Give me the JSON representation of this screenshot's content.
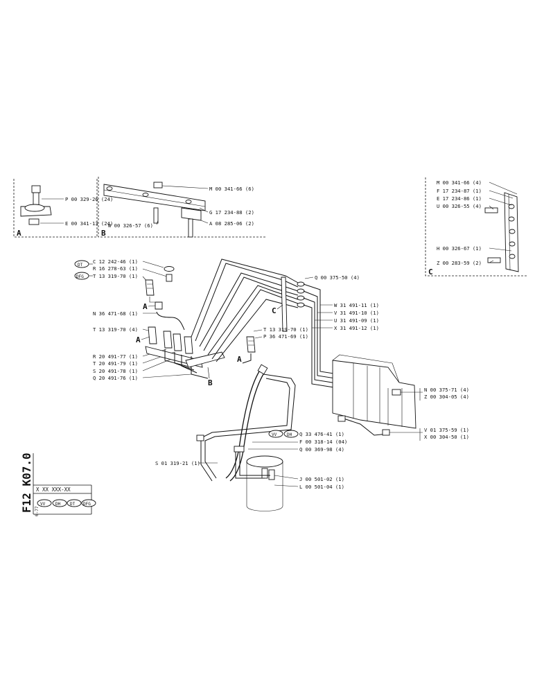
{
  "title_block": {
    "code": "F12 K07.0",
    "date": "6-77",
    "serial": "X XX XXX-XX",
    "variants": [
      "VV",
      "DH",
      "DT",
      "DFG"
    ]
  },
  "details": {
    "A": {
      "letter": "A",
      "labels": [
        "P 00 329-26 (24)",
        "E 00 341-13 (24)"
      ]
    },
    "B": {
      "letter": "B",
      "labels": [
        "M 00 341-66 (6)",
        "G 17 234-88 (2)",
        "A 08 285-06 (2)",
        "W 00 326-57 (6)"
      ]
    },
    "C": {
      "letter": "C",
      "labels": [
        "M 00 341-66 (4)",
        "F 17 234-87 (1)",
        "E 17 234-86 (1)",
        "U 00 326-55 (4)",
        "H 00 326-67 (1)",
        "Z 00 283-59 (2)"
      ]
    }
  },
  "main": {
    "variant_tags": {
      "top_left": [
        "DT",
        "",
        "DFG"
      ],
      "right": "VV / DH"
    },
    "left_labels": [
      "C 12 242-46 (1)",
      "R 16 278-63 (1)",
      "T 13 319-70 (1)",
      "N 36 471-68 (1)",
      "T 13 319-70 (4)",
      "R 20 491-77 (1)",
      "T 20 491-79 (1)",
      "S 20 491-78 (1)",
      "Q 20 491-76 (1)",
      "S 01 319-21 (1)"
    ],
    "center_labels": [
      "T 13 319-70 (1)",
      "P 36 471-69 (1)"
    ],
    "right_labels": [
      "Q 00 375-50 (4)",
      "W 31 491-11 (1)",
      "V 31 491-10 (1)",
      "U 31 491-09 (1)",
      "X 31 491-12 (1)",
      "N 00 375-71 (4)",
      "Z 00 304-05 (4)",
      "V 01 375-59 (1)",
      "X 00 304-50 (1)",
      "Q 33 476-41 (1)",
      "F 00 318-14 (04)",
      "Q 00 369-98 (4)",
      "J 00 501-02 (1)",
      "L 00 501-04 (1)"
    ],
    "callouts": {
      "a1": "A",
      "a2": "A",
      "a3": "A",
      "b": "B",
      "c": "C"
    }
  }
}
